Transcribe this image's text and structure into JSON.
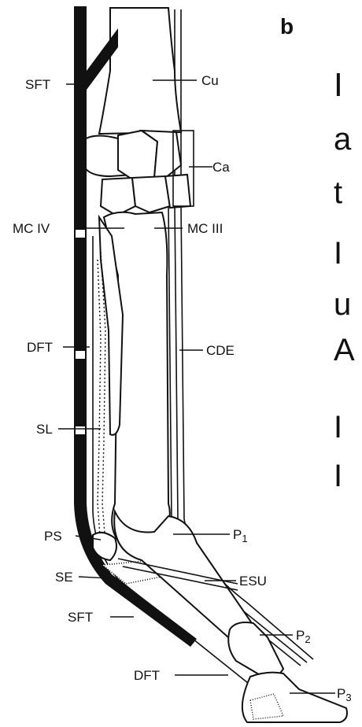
{
  "panel_label": "b",
  "labels": {
    "sft_top": "SFT",
    "cu": "Cu",
    "ca": "Ca",
    "mc4": "MC IV",
    "mc3": "MC III",
    "dft_mid": "DFT",
    "cde": "CDE",
    "sl": "SL",
    "ps": "PS",
    "p1": "P",
    "p1_sub": "1",
    "esu": "ESU",
    "se": "SE",
    "sft_bottom": "SFT",
    "p2": "P",
    "p2_sub": "2",
    "dft_bottom": "DFT",
    "p3": "P",
    "p3_sub": "3"
  },
  "cropped_text": [
    "Ⅰ",
    "a",
    "t",
    "I",
    "u",
    "A",
    "I",
    "I"
  ],
  "colors": {
    "ink": "#111111",
    "background": "#ffffff"
  }
}
